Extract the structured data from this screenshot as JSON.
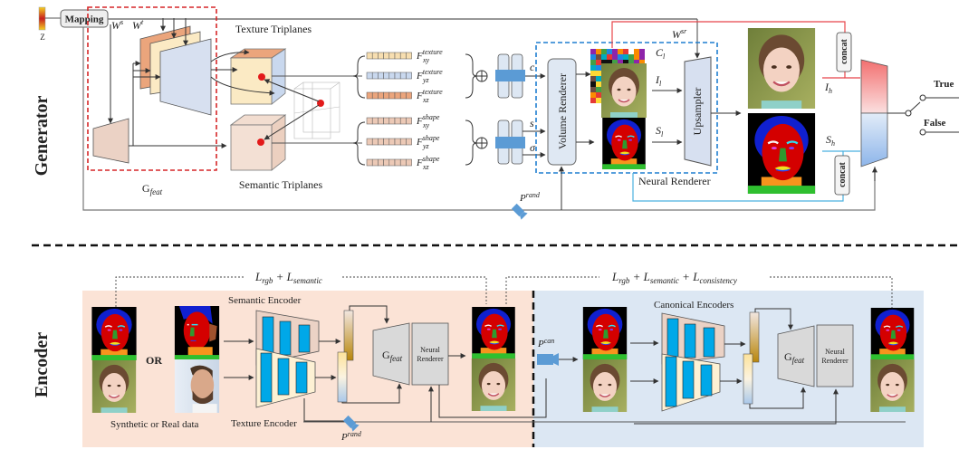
{
  "sections": {
    "generator": "Generator",
    "encoder": "Encoder"
  },
  "generator": {
    "z_label": "Z",
    "mapping": "Mapping",
    "w_s": "W",
    "w_s_sup": "s",
    "w_t": "W",
    "w_t_sup": "t",
    "g_feat": "G",
    "g_feat_sub": "feat",
    "texture_triplanes": "Texture Triplanes",
    "semantic_triplanes": "Semantic Triplanes",
    "features": [
      {
        "base": "F",
        "sup": "texture",
        "sub": "xy",
        "color": "#f7deb0"
      },
      {
        "base": "F",
        "sup": "texture",
        "sub": "yz",
        "color": "#c9d8ee"
      },
      {
        "base": "F",
        "sup": "texture",
        "sub": "xz",
        "color": "#eba57c"
      },
      {
        "base": "F",
        "sup": "shape",
        "sub": "xy",
        "color": "#ecc9b6"
      },
      {
        "base": "F",
        "sup": "shape",
        "sub": "yz",
        "color": "#ecc9b6"
      },
      {
        "base": "F",
        "sup": "shape",
        "sub": "xz",
        "color": "#ecc9b6"
      }
    ],
    "c_label": "c",
    "s_label": "s",
    "sigma_label": "σ",
    "volume_renderer": "Volume Renderer",
    "upsampler": "Upsampler",
    "neural_renderer": "Neural Renderer",
    "w_sr": "W",
    "w_sr_sup": "sr",
    "C_l": "C",
    "C_l_sub": "l",
    "I_l": "I",
    "I_l_sub": "l",
    "S_l": "S",
    "S_l_sub": "l",
    "I_h": "I",
    "I_h_sub": "h",
    "S_h": "S",
    "S_h_sub": "h",
    "concat_top": "concat",
    "concat_bottom": "concat",
    "p_rand": "P",
    "p_rand_sup": "rand",
    "true_label": "True",
    "false_label": "False"
  },
  "encoder": {
    "loss_left": "L_rgb + L_semantic",
    "loss_left_parts": [
      "L",
      "rgb",
      " + L",
      "semantic"
    ],
    "loss_right_parts": [
      "L",
      "rgb",
      " + L",
      "semantic",
      " + L",
      "consistency"
    ],
    "or_label": "OR",
    "data_caption": "Synthetic or Real data",
    "semantic_encoder": "Semantic Encoder",
    "texture_encoder": "Texture Encoder",
    "g_feat": "G",
    "g_feat_sub": "feat",
    "neural_renderer_l1": "Neural",
    "neural_renderer_l2": "Renderer",
    "p_rand": "P",
    "p_rand_sup": "rand",
    "p_can": "P",
    "p_can_sup": "can",
    "canonical_encoders": "Canonical Encoders"
  },
  "colors": {
    "red_dash": "#d62728",
    "blue_dash": "#1f7fd0",
    "encoder_left_bg": "#fbe3d6",
    "encoder_right_bg": "#dce7f3",
    "encoder_block": "#00a8e8",
    "camera": "#5b9bd5"
  }
}
